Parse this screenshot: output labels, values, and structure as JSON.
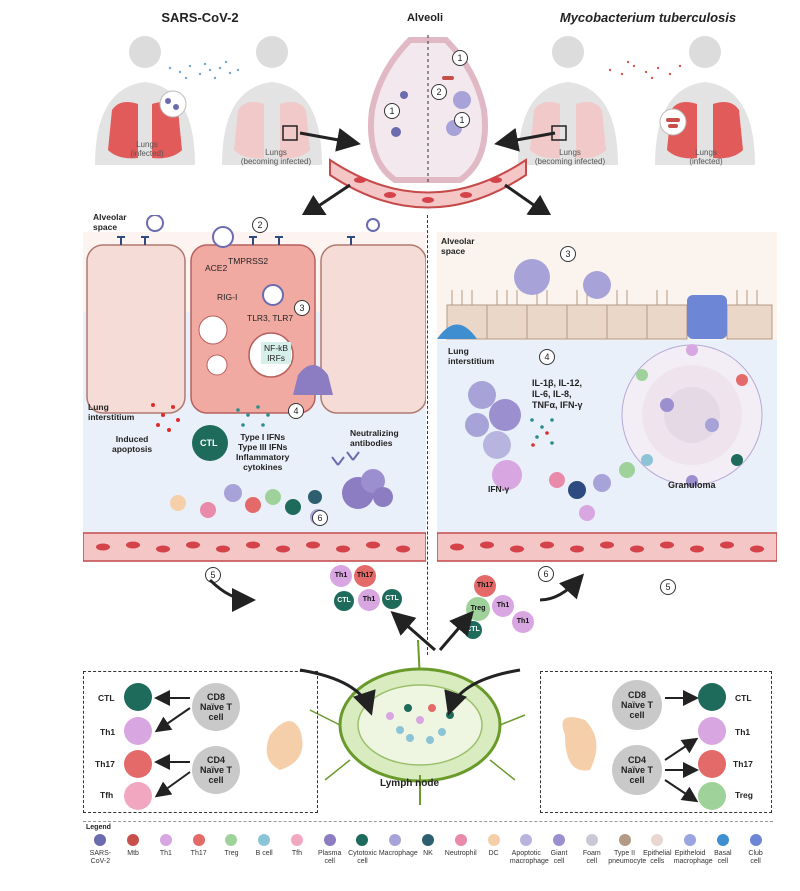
{
  "titles": {
    "left": "SARS-CoV-2",
    "center": "Alveoli",
    "right": "Mycobacterium tuberculosis"
  },
  "lungs": {
    "left_infected": "Lungs\n(infected)",
    "left_becoming": "Lungs\n(becoming infected)",
    "right_becoming": "Lungs\n(becoming infected)",
    "right_infected": "Lungs\n(infected)"
  },
  "steps": [
    "1",
    "2",
    "3",
    "4",
    "5",
    "6"
  ],
  "left_panel": {
    "alveolar_space": "Alveolar\nspace",
    "ace2": "ACE2",
    "tmprss2": "TMPRSS2",
    "rig1": "RIG-I",
    "tlr": "TLR3, TLR7",
    "nfkb": "NF-kB\nIRFs",
    "lung_interstitium": "Lung\ninterstitium",
    "induced_apoptosis": "Induced\napoptosis",
    "ctl": "CTL",
    "ifns": "Type I IFNs\nType III IFNs\nInflammatory\ncytokines",
    "neutralizing": "Neutralizing\nantibodies"
  },
  "right_panel": {
    "alveolar_space": "Alveolar\nspace",
    "lung_interstitium": "Lung\ninterstitium",
    "cytokines": "IL-1β, IL-12,\nIL-6, IL-8,\nTNFα, IFN-γ",
    "ifng": "IFN-γ",
    "granuloma": "Granuloma"
  },
  "emigrating": {
    "left": [
      "Th1",
      "Th17",
      "Th1",
      "CTL",
      "CTL"
    ],
    "right": [
      "Th17",
      "Treg",
      "Th1",
      "CTL",
      "Th1"
    ]
  },
  "lymph_node": "Lymph node",
  "left_box": {
    "outputs": [
      "CTL",
      "Th1",
      "Th17",
      "Tfh"
    ],
    "cd8": "CD8\nNaïve T\ncell",
    "cd4": "CD4\nNaïve T\ncell"
  },
  "right_box": {
    "outputs": [
      "CTL",
      "Th1",
      "Th17",
      "Treg"
    ],
    "cd8": "CD8\nNaïve T\ncell",
    "cd4": "CD4\nNaïve T\ncell"
  },
  "legend": {
    "title": "Legend",
    "items": [
      {
        "label": "SARS-CoV-2",
        "color": "#6b6bb0"
      },
      {
        "label": "Mtb",
        "color": "#c8504a"
      },
      {
        "label": "Th1",
        "color": "#d8a6e0"
      },
      {
        "label": "Th17",
        "color": "#e46a6a"
      },
      {
        "label": "Treg",
        "color": "#9fd29a"
      },
      {
        "label": "B cell",
        "color": "#8bc4d6"
      },
      {
        "label": "Tfh",
        "color": "#f2a7c0"
      },
      {
        "label": "Plasma\ncell",
        "color": "#8c7cc2"
      },
      {
        "label": "Cytotoxic\ncell",
        "color": "#1e6b5c"
      },
      {
        "label": "Macrophage",
        "color": "#a7a3d8"
      },
      {
        "label": "NK",
        "color": "#2e5f70"
      },
      {
        "label": "Neutrophil",
        "color": "#e88aa8"
      },
      {
        "label": "DC",
        "color": "#f5cfa9"
      },
      {
        "label": "Apoptotic\nmacrophage",
        "color": "#b8b4e0"
      },
      {
        "label": "Giant\ncell",
        "color": "#9b8fd0"
      },
      {
        "label": "Foam\ncell",
        "color": "#c9c9d6"
      },
      {
        "label": "Type II\npneumocyte",
        "color": "#b39a86"
      },
      {
        "label": "Epithelial\ncells",
        "color": "#e8d6cf"
      },
      {
        "label": "Epitheloid\nmacrophage",
        "color": "#9aa4e0"
      },
      {
        "label": "Basal\ncell",
        "color": "#3f8fd0"
      },
      {
        "label": "Club\ncell",
        "color": "#6e86d6"
      }
    ]
  },
  "colors": {
    "panel_bg": "#eaf0f9",
    "epithelial_cell": "#f6dcd6",
    "infected_cell": "#f1aaa2",
    "vessel": "#f4c6c6",
    "rbc": "#d4434a",
    "lymph_node": "#d8ecc0"
  }
}
